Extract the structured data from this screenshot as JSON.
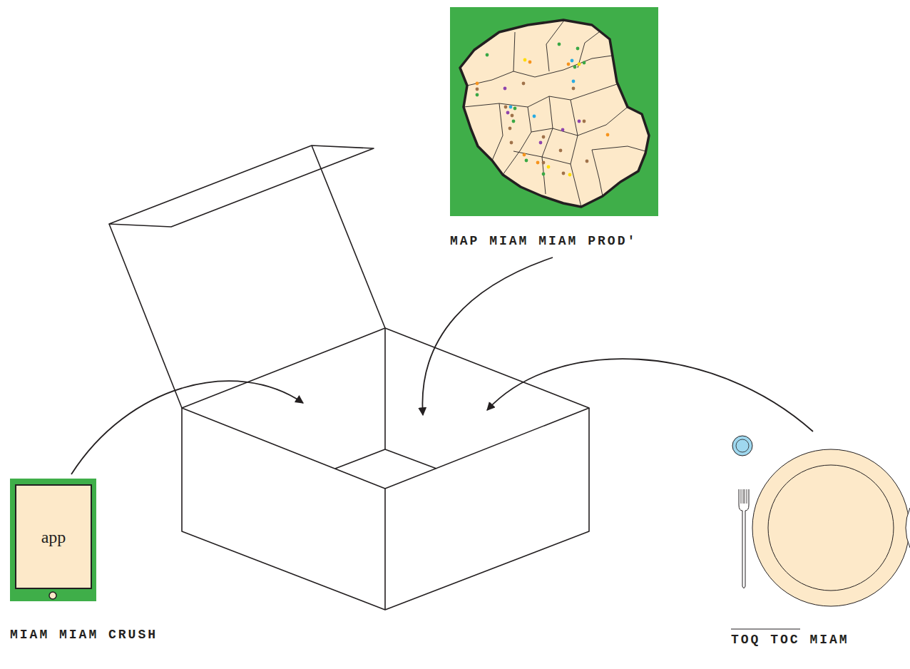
{
  "diagram": {
    "nodes": [
      {
        "text": [
          "MAP MIAM MIAM PROD'"
        ]
      },
      {
        "text": []
      },
      {
        "text": [
          "app",
          "MIAM MIAM CRUSH"
        ]
      },
      {
        "text": [
          "TOQ TOC MIAM"
        ]
      }
    ],
    "edges": [
      {
        "from": 0,
        "to": 1,
        "arrow": "to"
      },
      {
        "from": 2,
        "to": 1,
        "arrow": "to"
      },
      {
        "from": 3,
        "to": 1,
        "arrow": "to"
      }
    ]
  }
}
